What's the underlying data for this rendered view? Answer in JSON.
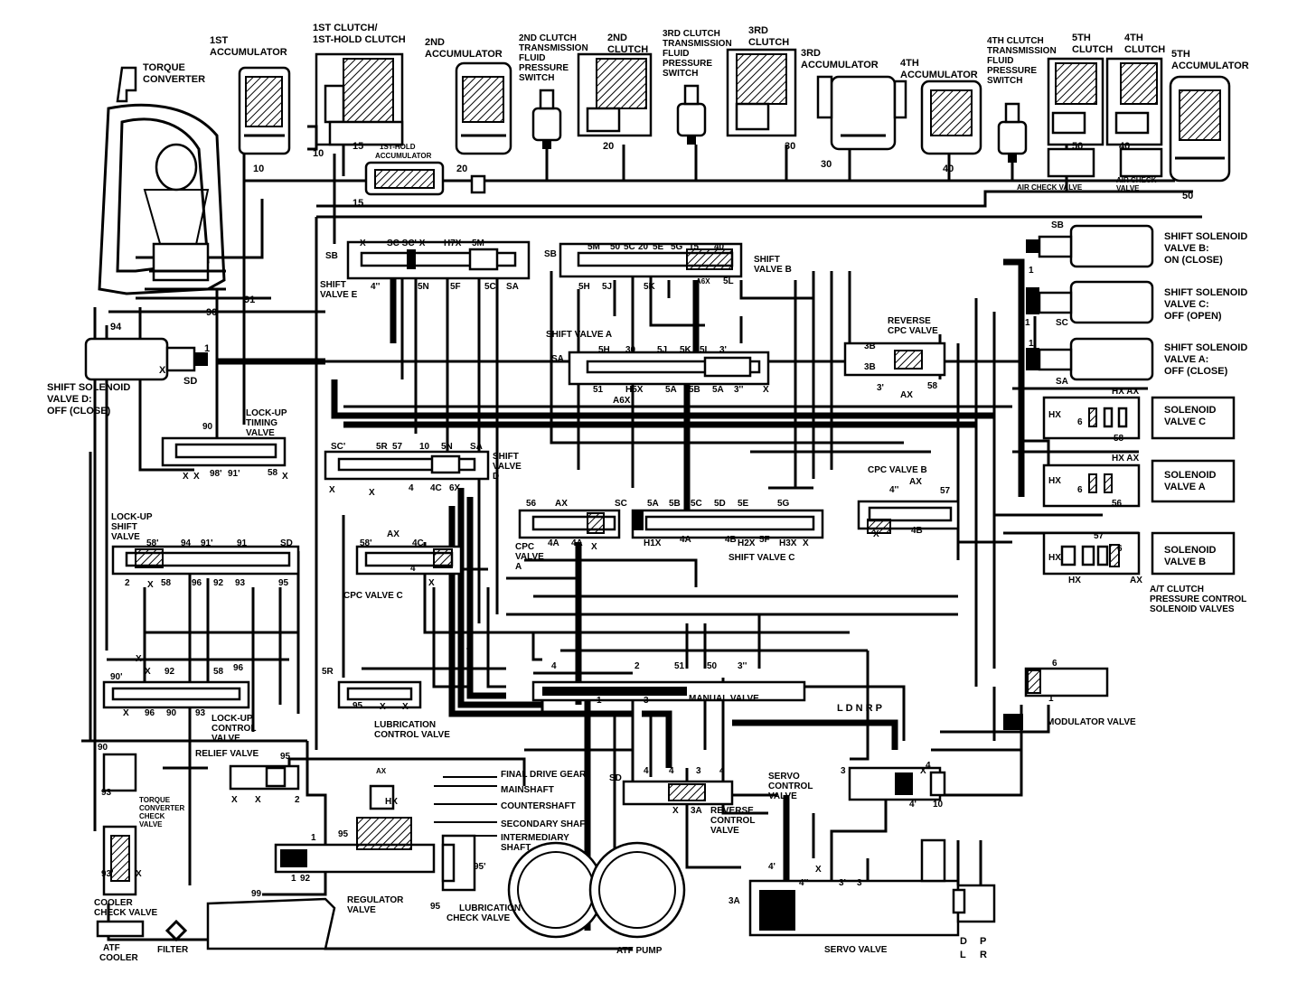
{
  "title": "",
  "components": {
    "torque_converter": [
      "TORQUE",
      "CONVERTER"
    ],
    "acc1": [
      "1ST",
      "ACCUMULATOR"
    ],
    "clutch1": [
      "1ST CLUTCH/",
      "1ST-HOLD CLUTCH"
    ],
    "acc2": [
      "2ND",
      "ACCUMULATOR"
    ],
    "sw2": [
      "2ND CLUTCH",
      "TRANSMISSION",
      "FLUID",
      "PRESSURE",
      "SWITCH"
    ],
    "clutch2": [
      "2ND",
      "CLUTCH"
    ],
    "sw3": [
      "3RD CLUTCH",
      "TRANSMISSION",
      "FLUID",
      "PRESSURE",
      "SWITCH"
    ],
    "clutch3": [
      "3RD",
      "CLUTCH"
    ],
    "acc3": [
      "3RD",
      "ACCUMULATOR"
    ],
    "acc4": [
      "4TH",
      "ACCUMULATOR"
    ],
    "sw4": [
      "4TH CLUTCH",
      "TRANSMISSION",
      "FLUID",
      "PRESSURE",
      "SWITCH"
    ],
    "clutch5": [
      "5TH",
      "CLUTCH"
    ],
    "clutch4": [
      "4TH",
      "CLUTCH"
    ],
    "acc5": [
      "5TH",
      "ACCUMULATOR"
    ],
    "acc1hold": [
      "1ST-HOLD",
      "ACCUMULATOR"
    ],
    "air_check_valve": "AIR CHECK VALVE",
    "air_check_valve_2": [
      "AIR CHECK",
      "VALVE"
    ],
    "ssv_b": [
      "SHIFT SOLENOID",
      "VALVE B:",
      "ON (CLOSE)"
    ],
    "ssv_c": [
      "SHIFT SOLENOID",
      "VALVE C:",
      "OFF (OPEN)"
    ],
    "ssv_a": [
      "SHIFT SOLENOID",
      "VALVE A:",
      "OFF (CLOSE)"
    ],
    "ssv_d": [
      "SHIFT SOLENOID",
      "VALVE D:",
      "OFF (CLOSE)"
    ],
    "sol_c": [
      "SOLENOID",
      "VALVE C"
    ],
    "sol_a": [
      "SOLENOID",
      "VALVE A"
    ],
    "sol_b": [
      "SOLENOID",
      "VALVE B"
    ],
    "at_clutch": [
      "A/T CLUTCH",
      "PRESSURE CONTROL",
      "SOLENOID VALVES"
    ],
    "reverse_cpc": [
      "REVERSE",
      "CPC VALVE"
    ],
    "shift_valve_e": [
      "SHIFT",
      "VALVE E"
    ],
    "shift_valve_b": [
      "SHIFT",
      "VALVE B"
    ],
    "shift_valve_a": "SHIFT VALVE A",
    "shift_valve_d": [
      "SHIFT",
      "VALVE",
      "D"
    ],
    "shift_valve_c": "SHIFT VALVE C",
    "cpc_valve_a": [
      "CPC",
      "VALVE",
      "A"
    ],
    "cpc_valve_b": "CPC VALVE B",
    "cpc_valve_c": "CPC VALVE C",
    "lockup_timing": [
      "LOCK-UP",
      "TIMING",
      "VALVE"
    ],
    "lockup_shift": [
      "LOCK-UP",
      "SHIFT",
      "VALVE"
    ],
    "lockup_control": [
      "LOCK-UP",
      "CONTROL",
      "VALVE"
    ],
    "lubrication_control": [
      "LUBRICATION",
      "CONTROL VALVE"
    ],
    "relief_valve": "RELIEF VALVE",
    "manual_valve": "MANUAL VALVE",
    "modulator_valve": "MODULATOR VALVE",
    "servo_control": [
      "SERVO",
      "CONTROL",
      "VALVE"
    ],
    "reverse_control": [
      "REVERSE",
      "CONTROL",
      "VALVE"
    ],
    "servo_valve": "SERVO VALVE",
    "final_drive_gear": "FINAL DRIVE GEAR",
    "mainshaft": "MAINSHAFT",
    "countershaft": "COUNTERSHAFT",
    "secondary_shaft": "SECONDARY SHAFT",
    "intermediary_shaft": [
      "INTERMEDIARY",
      "SHAFT"
    ],
    "torque_converter_check": [
      "TORQUE",
      "CONVERTER",
      "CHECK",
      "VALVE"
    ],
    "cooler_check": [
      "COOLER",
      "CHECK VALVE"
    ],
    "atf_cooler": [
      "ATF",
      "COOLER"
    ],
    "filter": "FILTER",
    "regulator_valve": [
      "REGULATOR",
      "VALVE"
    ],
    "lubrication_check": [
      "LUBRICATION",
      "CHECK VALVE"
    ],
    "atf_pump": "ATF PUMP",
    "gear_positions": "L D N R  P",
    "servo_positions": [
      "D",
      "L",
      "P",
      "R"
    ]
  },
  "port_labels": {
    "hx_ax": "HX AX",
    "hx": "HX",
    "ax": "AX",
    "x": "X",
    "sd": "SD",
    "sa": "SA",
    "sb": "SB",
    "sc": "SC",
    "sc_prime": "SC'",
    "sc_sc_x": "SC SC' X",
    "h7x": "H7X",
    "5m": "5M",
    "5h": "5H",
    "5j": "5J",
    "5k": "5K",
    "5l": "5L",
    "5n": "5N",
    "5f": "5F",
    "5c": "5C",
    "5a": "5A",
    "5b": "5B",
    "5d": "5D",
    "5e": "5E",
    "5g": "5G",
    "5r": "5R",
    "a6x": "A6X",
    "h5x": "H5X",
    "h1x": "H1X",
    "h2x": "H2X",
    "h3x": "H3X",
    "6x": "6X",
    "4a": "4A",
    "4b": "4B",
    "4c": "4C",
    "3a": "3A",
    "3b": "3B",
    "n1": "1",
    "n2": "2",
    "n3": "3",
    "n4": "4",
    "n4pp": "4''",
    "n5": "5",
    "n6": "6",
    "n10": "10",
    "n15": "15",
    "n20": "20",
    "n30": "30",
    "n3p": "3'",
    "n3pp": "3''",
    "n40": "40",
    "n50": "50",
    "n51": "51",
    "n56": "56",
    "n57": "57",
    "n58": "58",
    "n58p": "58'",
    "n90": "90",
    "n90p": "90'",
    "n91": "91",
    "n91p": "91'",
    "n92": "92",
    "n93": "93",
    "n93p": "93'",
    "n94": "94",
    "n95": "95",
    "n95p": "95'",
    "n96": "96",
    "n98p": "98'",
    "n99": "99",
    "n4p": "4'",
    "n5f": "5F"
  },
  "colors": {
    "ink": "#000000",
    "paper": "#ffffff"
  }
}
